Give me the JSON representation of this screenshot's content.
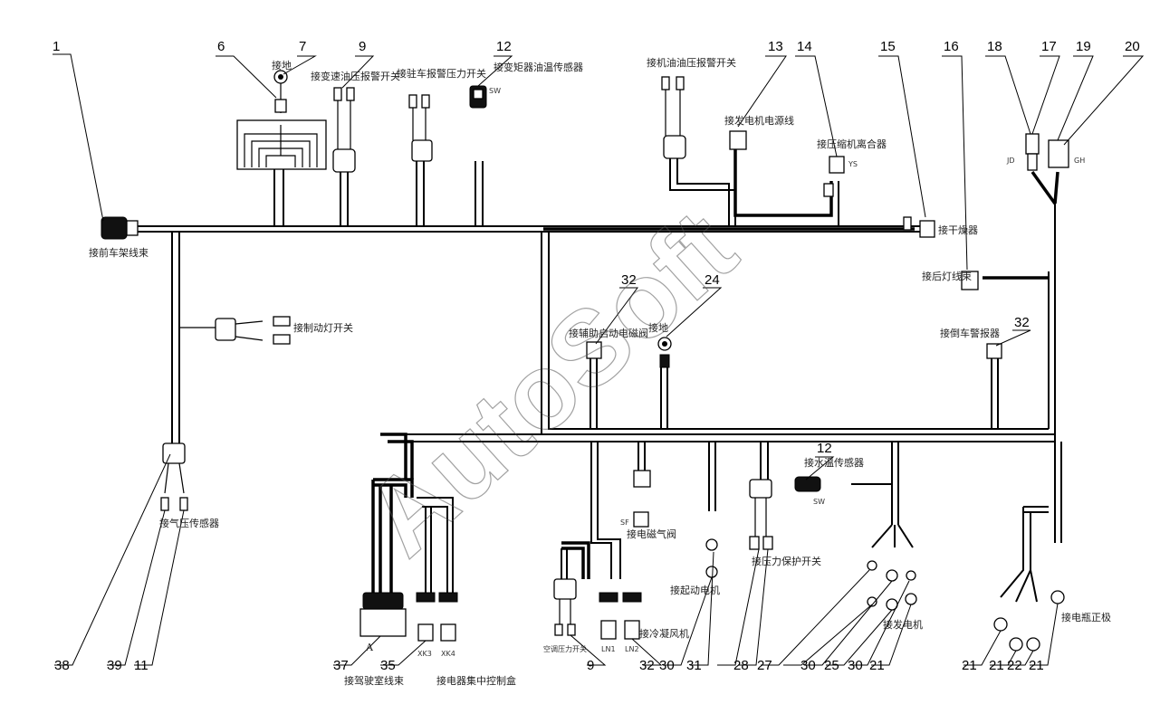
{
  "watermark": "AutoSoft",
  "callouts": [
    {
      "id": "c1",
      "text": "1"
    },
    {
      "id": "c6",
      "text": "6"
    },
    {
      "id": "c7",
      "text": "7"
    },
    {
      "id": "c9a",
      "text": "9"
    },
    {
      "id": "c12a",
      "text": "12"
    },
    {
      "id": "c13",
      "text": "13"
    },
    {
      "id": "c14",
      "text": "14"
    },
    {
      "id": "c15",
      "text": "15"
    },
    {
      "id": "c16",
      "text": "16"
    },
    {
      "id": "c18",
      "text": "18"
    },
    {
      "id": "c17",
      "text": "17"
    },
    {
      "id": "c19",
      "text": "19"
    },
    {
      "id": "c20",
      "text": "20"
    },
    {
      "id": "c32a",
      "text": "32"
    },
    {
      "id": "c24",
      "text": "24"
    },
    {
      "id": "c32b",
      "text": "32"
    },
    {
      "id": "c12b",
      "text": "12"
    },
    {
      "id": "c38",
      "text": "38"
    },
    {
      "id": "c39",
      "text": "39"
    },
    {
      "id": "c11",
      "text": "11"
    },
    {
      "id": "c37",
      "text": "37"
    },
    {
      "id": "c35",
      "text": "35"
    },
    {
      "id": "c9b",
      "text": "9"
    },
    {
      "id": "c32c",
      "text": "32"
    },
    {
      "id": "c30a",
      "text": "30"
    },
    {
      "id": "c31",
      "text": "31"
    },
    {
      "id": "c28",
      "text": "28"
    },
    {
      "id": "c27",
      "text": "27"
    },
    {
      "id": "c30b",
      "text": "30"
    },
    {
      "id": "c25",
      "text": "25"
    },
    {
      "id": "c30c",
      "text": "30"
    },
    {
      "id": "c21a",
      "text": "21"
    },
    {
      "id": "c21b",
      "text": "21"
    },
    {
      "id": "c21c",
      "text": "21"
    },
    {
      "id": "c22",
      "text": "22"
    },
    {
      "id": "c21d",
      "text": "21"
    }
  ],
  "labels": {
    "front_frame_harness": "接前车架线束",
    "ground_top": "接地",
    "speed_switch": "接变速油压报警开关",
    "parking_brake_switch": "接驻车报警压力开关",
    "trans_oil_temp": "接变矩器油温传感器",
    "engine_oil_switch": "接机油油压报警开关",
    "generator_wire": "接发电机电源线",
    "ac_clutch": "接压缩机离合器",
    "dryer": "接干燥器",
    "rear_lamp": "接后灯线束",
    "brake_lamp": "接制动灯开关",
    "reverse_alarm": "接倒车警报器",
    "ground_mid": "接地",
    "mid_relay": "接辅助启动电磁阀",
    "water_temp": "接水温传感器",
    "air_pressure": "接气压传感器",
    "solenoid": "接电磁气阀",
    "starter": "接起动电机",
    "pressure_protect": "接压力保护开关",
    "condenser_fan": "接冷凝风机",
    "ac_pressure": "空调压力开关",
    "alternator": "接发电机",
    "battery_pos": "接电瓶正极",
    "cab_harness": "接驾驶室线束",
    "relay_box": "接电器集中控制盒",
    "tag_A": "A",
    "tag_XK3": "XK3",
    "tag_XK4": "XK4",
    "tag_LN1": "LN1",
    "tag_LN2": "LN2",
    "tag_SW_top": "SW",
    "tag_SW_mid": "SW",
    "tag_JD": "JD",
    "tag_GH": "GH",
    "tag_YS": "YS",
    "tag_SF": "SF"
  }
}
